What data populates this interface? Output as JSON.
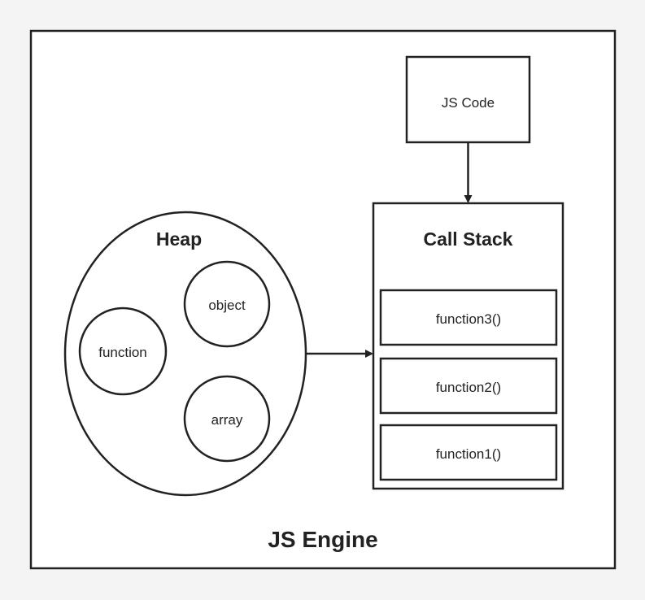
{
  "diagram": {
    "engine_label": "JS Engine",
    "js_code_label": "JS Code",
    "heap": {
      "title": "Heap",
      "items": [
        "function",
        "object",
        "array"
      ]
    },
    "call_stack": {
      "title": "Call Stack",
      "frames": [
        "function3()",
        "function2()",
        "function1()"
      ]
    }
  },
  "colors": {
    "stroke": "#222222",
    "background": "#f4f4f4",
    "fill": "#ffffff"
  }
}
